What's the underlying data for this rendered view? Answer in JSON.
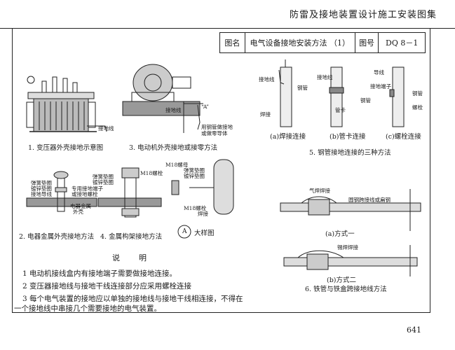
{
  "header": {
    "title": "防雷及接地装置设计施工安装图集"
  },
  "title_block": {
    "drawing_name_label": "图名",
    "drawing_name": "电气设备接地安装方法 （1）",
    "drawing_no_label": "图号",
    "drawing_no": "DQ 8－1"
  },
  "figures": {
    "fig1": {
      "caption": "1. 变压器外壳接地示意图",
      "labels": [
        "接地线"
      ]
    },
    "fig3": {
      "caption": "3. 电动机外壳接地或接零方法",
      "labels": [
        "接地线",
        "用钢管做接地",
        "或做零导体",
        "“A”"
      ]
    },
    "fig5": {
      "caption": "5. 钢管接地连接的三种方法",
      "a": {
        "caption": "(a)焊接连接",
        "labels": [
          "接地线",
          "钢管",
          "焊接"
        ]
      },
      "b": {
        "caption": "(b)管卡连接",
        "labels": [
          "接地线",
          "钢管",
          "管卡"
        ]
      },
      "c": {
        "caption": "(c)螺栓连接",
        "labels": [
          "导线",
          "接地端子",
          "钢管",
          "螺栓"
        ]
      }
    },
    "fig2": {
      "caption": "2. 电器金属外壳接地方法",
      "labels": [
        "弹簧垫圈",
        "镀锌垫圈",
        "接地导线",
        "专用接地端子",
        "或接地螺栓",
        "电器金属",
        "外壳"
      ]
    },
    "fig4": {
      "caption": "4. 金属构架接地方法",
      "labels": [
        "弹簧垫圈",
        "镀锌垫圈",
        "M18螺栓"
      ]
    },
    "detail": {
      "caption": "大样图",
      "marker": "A",
      "labels": [
        "M18螺母",
        "弹簧垫圈",
        "镀锌垫圈",
        "M18螺栓",
        "焊接"
      ]
    },
    "fig6": {
      "caption": "6. 铁管与铁盒跨接地线方法",
      "a": {
        "caption": "(a)方式一",
        "labels": [
          "气焊焊接",
          "圆钢跨接线或扁钢"
        ]
      },
      "b": {
        "caption": "(b)方式二",
        "labels": [
          "锡焊焊接"
        ]
      }
    }
  },
  "notes": {
    "title": "说　明",
    "items": [
      "1  电动机接线盒内有接地端子需要做接地连接。",
      "2  变压器接地线与接地干线连接部分应采用螺栓连接",
      "3  每个电气装置的接地应以单独的接地线与接地干线相连接，不得在",
      "一个接地线中串接几个需要接地的电气装置。"
    ]
  },
  "page_number": "641"
}
